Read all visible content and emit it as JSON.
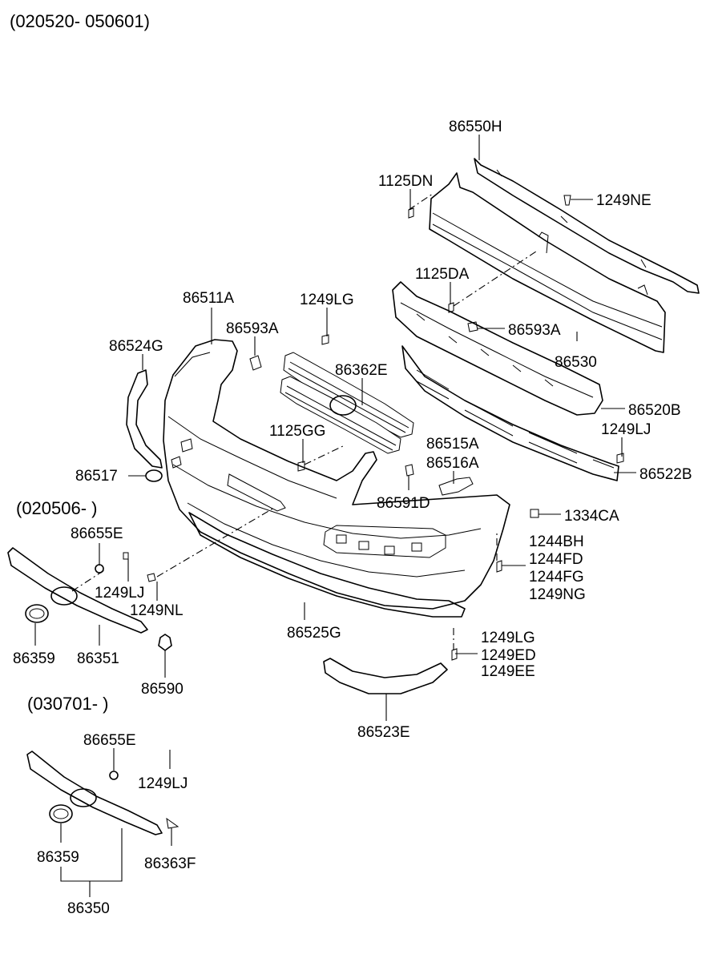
{
  "headers": {
    "range_top": "(020520- 050601)",
    "range_mid": "(020506- )",
    "range_low": "(030701- )"
  },
  "parts": {
    "p86550H": "86550H",
    "p1125DN": "1125DN",
    "p1249NE": "1249NE",
    "p1125DA": "1125DA",
    "p86593A_r": "86593A",
    "p86530": "86530",
    "p86520B": "86520B",
    "p1249LJ_r": "1249LJ",
    "p86522B": "86522B",
    "p86511A": "86511A",
    "p1249LG_t": "1249LG",
    "p86593A_l": "86593A",
    "p86524G": "86524G",
    "p86362E": "86362E",
    "p1125GG": "1125GG",
    "p86515A": "86515A",
    "p86516A": "86516A",
    "p86517": "86517",
    "p86591D": "86591D",
    "p1334CA": "1334CA",
    "p1244BH": "1244BH",
    "p1244FD": "1244FD",
    "p1244FG": "1244FG",
    "p1249NG": "1249NG",
    "p86655E_a": "86655E",
    "p1249LJ_a": "1249LJ",
    "p1249NL": "1249NL",
    "p86525G": "86525G",
    "p86359_a": "86359",
    "p86351": "86351",
    "p86590": "86590",
    "p1249LG_b": "1249LG",
    "p1249ED": "1249ED",
    "p1249EE": "1249EE",
    "p86523E": "86523E",
    "p86655E_b": "86655E",
    "p1249LJ_b": "1249LJ",
    "p86359_b": "86359",
    "p86363F": "86363F",
    "p86350": "86350"
  }
}
